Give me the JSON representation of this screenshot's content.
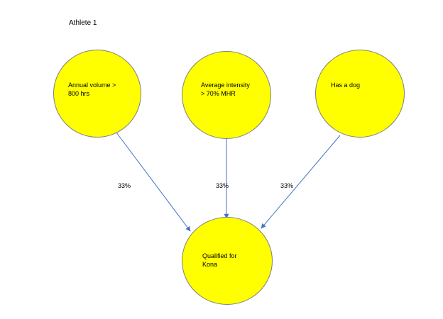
{
  "title": "Athlete 1",
  "colors": {
    "node_fill": "#FFFF00",
    "node_border": "#7f7f7f",
    "arrow": "#4472C4"
  },
  "nodes": {
    "annual_volume": {
      "line1": "Annual volume >",
      "line2": "800 hrs"
    },
    "average_intensity": {
      "line1": "Average intensity",
      "line2": "> 70% MHR"
    },
    "has_dog": {
      "line1": "Has a dog"
    },
    "qualified": {
      "line1": "Qualified for",
      "line2": "Kona"
    }
  },
  "edges": [
    {
      "from": "annual_volume",
      "to": "qualified",
      "label": "33%"
    },
    {
      "from": "average_intensity",
      "to": "qualified",
      "label": "33%"
    },
    {
      "from": "has_dog",
      "to": "qualified",
      "label": "33%"
    }
  ]
}
